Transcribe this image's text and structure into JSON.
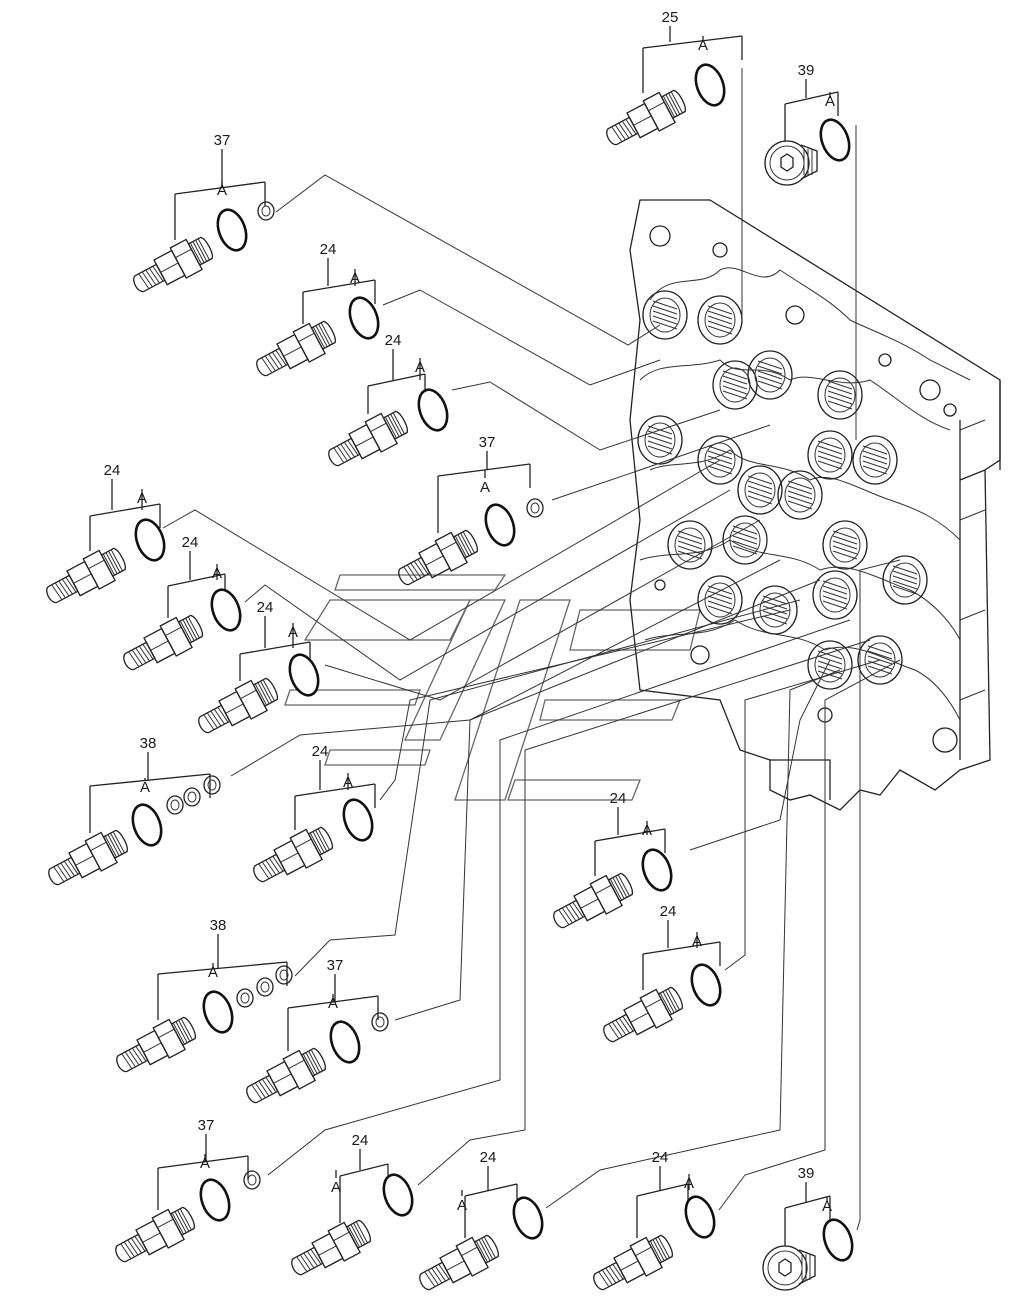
{
  "parts": [
    {
      "part_no": "25",
      "seal_label": "A"
    },
    {
      "part_no": "39",
      "seal_label": "A"
    },
    {
      "part_no": "37",
      "seal_label": "A"
    },
    {
      "part_no": "24",
      "seal_label": "A"
    },
    {
      "part_no": "24",
      "seal_label": "A"
    },
    {
      "part_no": "37",
      "seal_label": "A"
    },
    {
      "part_no": "24",
      "seal_label": "A"
    },
    {
      "part_no": "24",
      "seal_label": "A"
    },
    {
      "part_no": "24",
      "seal_label": "A"
    },
    {
      "part_no": "38",
      "seal_label": "A"
    },
    {
      "part_no": "24",
      "seal_label": "A"
    },
    {
      "part_no": "24",
      "seal_label": "A"
    },
    {
      "part_no": "24",
      "seal_label": "A"
    },
    {
      "part_no": "38",
      "seal_label": "A"
    },
    {
      "part_no": "37",
      "seal_label": "A"
    },
    {
      "part_no": "37",
      "seal_label": "A"
    },
    {
      "part_no": "24",
      "seal_label": "A"
    },
    {
      "part_no": "24",
      "seal_label": "A"
    },
    {
      "part_no": "24",
      "seal_label": "A"
    },
    {
      "part_no": "39",
      "seal_label": "A"
    }
  ]
}
